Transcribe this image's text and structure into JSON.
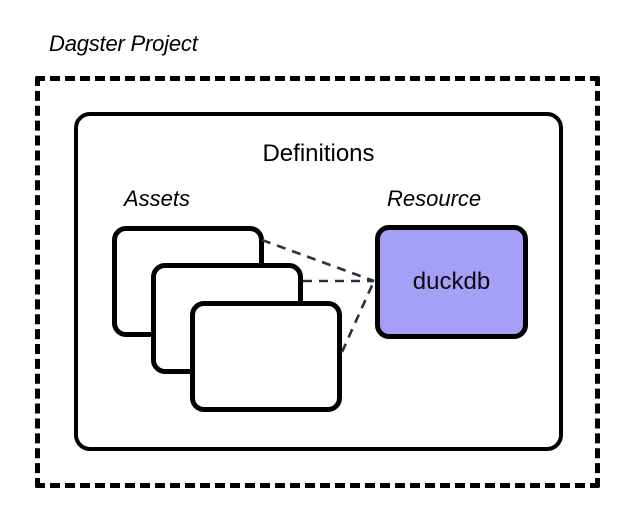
{
  "diagram": {
    "title": "Dagster Project",
    "colors": {
      "outline": "#000000",
      "resource_fill": "#a5a0f5",
      "connector": "#2b3044",
      "background": "#ffffff"
    },
    "project_boundary": {
      "name": "Dagster Project",
      "border_style": "dashed"
    },
    "definitions": {
      "label": "Definitions",
      "border_style": "solid"
    },
    "groups": [
      {
        "label": "Assets",
        "style": "italic"
      },
      {
        "label": "Resource",
        "style": "italic"
      }
    ],
    "assets": {
      "caption": "Assets",
      "cards": [
        {
          "label": ""
        },
        {
          "label": ""
        },
        {
          "label": ""
        }
      ],
      "count": 3
    },
    "resource": {
      "caption": "Resource",
      "label": "duckdb",
      "fill": "#a5a0f5"
    },
    "connectors": [
      {
        "from": "asset-card-1",
        "to": "duckdb-box",
        "style": "dashed"
      },
      {
        "from": "asset-card-2",
        "to": "duckdb-box",
        "style": "dashed"
      },
      {
        "from": "asset-card-3",
        "to": "duckdb-box",
        "style": "dashed"
      }
    ]
  }
}
